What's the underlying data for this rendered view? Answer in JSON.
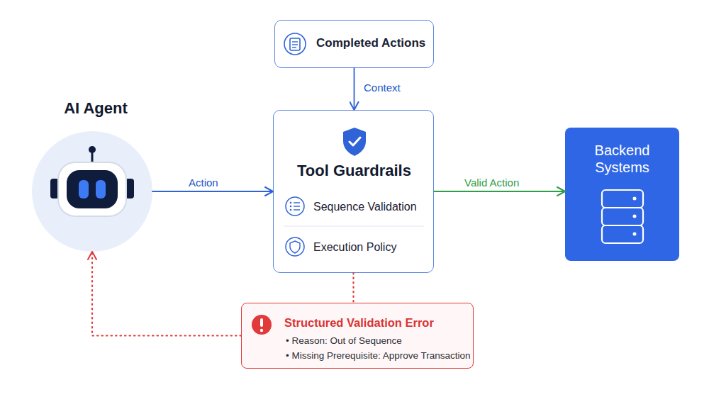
{
  "diagram": {
    "nodes": [
      {
        "text": [
          "AI Agent"
        ]
      },
      {
        "text": [
          "Completed Actions"
        ]
      },
      {
        "text": [
          "Tool Guardrails",
          "Sequence Validation",
          "Execution Policy"
        ]
      },
      {
        "text": [
          "Backend Systems"
        ]
      },
      {
        "text": [
          "Structured Validation Error",
          "• Reason: Out of Sequence",
          "• Missing Prerequisite: Approve Transaction"
        ]
      }
    ],
    "edges": [
      {
        "from": 1,
        "to": 2,
        "label": "Context",
        "arrow": "to"
      },
      {
        "from": 0,
        "to": 2,
        "label": "Action",
        "arrow": "to"
      },
      {
        "from": 2,
        "to": 3,
        "label": "Valid Action",
        "arrow": "to"
      },
      {
        "from": 2,
        "to": 4,
        "arrow": "none"
      },
      {
        "from": 4,
        "to": 0,
        "arrow": "to"
      }
    ]
  }
}
